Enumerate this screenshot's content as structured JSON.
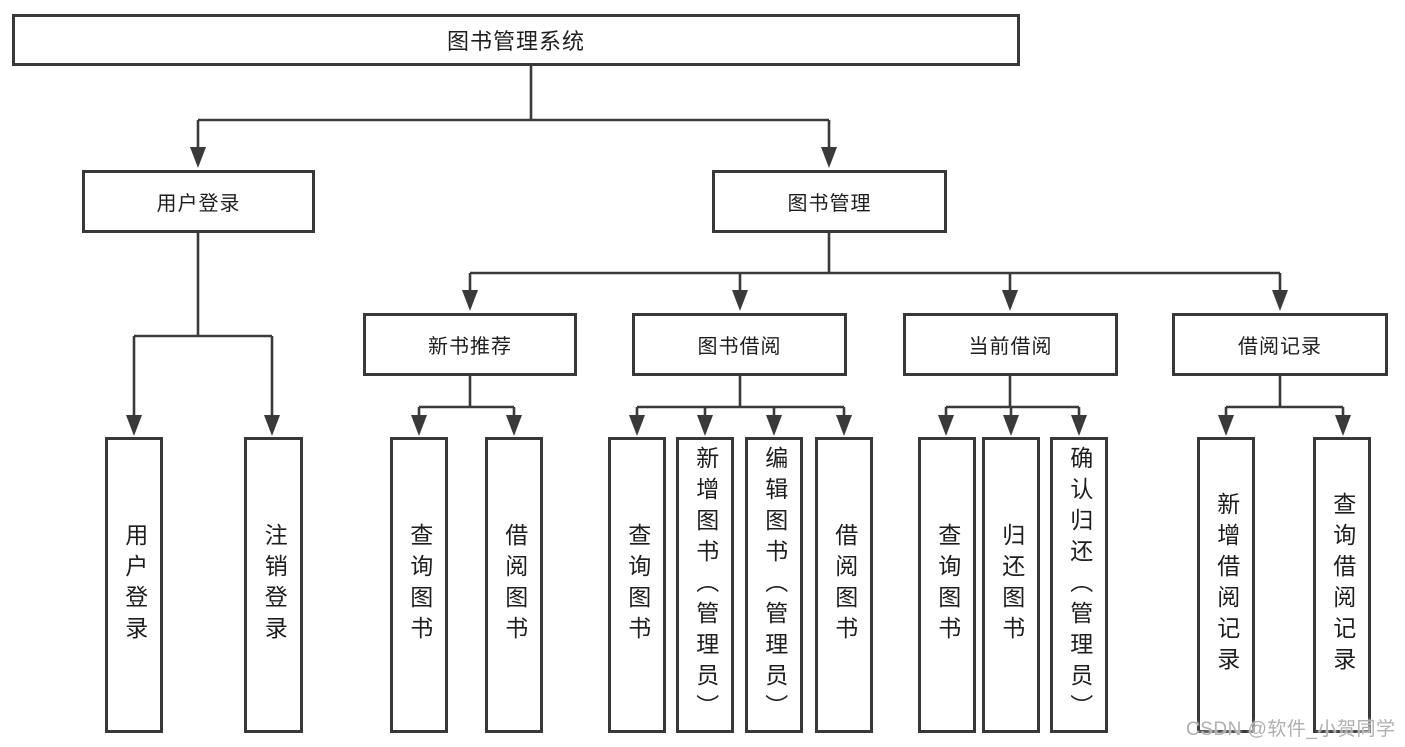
{
  "diagram": {
    "root": {
      "label": "图书管理系统"
    },
    "level2": [
      {
        "label": "用户登录",
        "children": [
          {
            "label": "用户登录"
          },
          {
            "label": "注销登录"
          }
        ]
      },
      {
        "label": "图书管理",
        "children": [
          {
            "label": "新书推荐",
            "children": [
              {
                "label": "查询图书"
              },
              {
                "label": "借阅图书"
              }
            ]
          },
          {
            "label": "图书借阅",
            "children": [
              {
                "label": "查询图书"
              },
              {
                "label": "新增图书（管理员）"
              },
              {
                "label": "编辑图书（管理员）"
              },
              {
                "label": "借阅图书"
              }
            ]
          },
          {
            "label": "当前借阅",
            "children": [
              {
                "label": "查询图书"
              },
              {
                "label": "归还图书"
              },
              {
                "label": "确认归还（管理员）"
              }
            ]
          },
          {
            "label": "借阅记录",
            "children": [
              {
                "label": "新增借阅记录"
              },
              {
                "label": "查询借阅记录"
              }
            ]
          }
        ]
      }
    ]
  },
  "watermark": {
    "text": "CSDN @软件_小贺同学"
  },
  "colors": {
    "line": "#3a3a3a",
    "border": "#383838",
    "text": "#1e1e1e",
    "watermark": "#b0b0b0",
    "background": "#ffffff"
  }
}
